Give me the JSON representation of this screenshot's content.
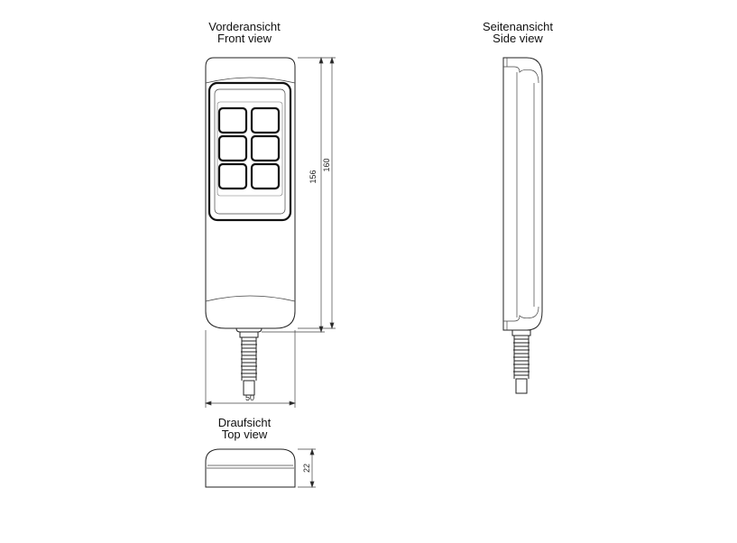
{
  "views": {
    "front": {
      "title_de": "Vorderansicht",
      "title_en": "Front view"
    },
    "side": {
      "title_de": "Seitenansicht",
      "title_en": "Side view"
    },
    "top": {
      "title_de": "Draufsicht",
      "title_en": "Top view"
    }
  },
  "dimensions": {
    "height_outer": "160",
    "height_inner": "156",
    "width": "50",
    "depth": "22"
  }
}
